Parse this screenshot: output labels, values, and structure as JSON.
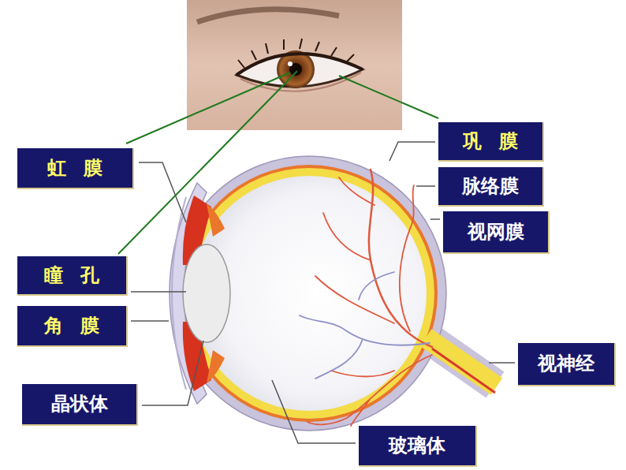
{
  "diagram": {
    "nodes": [
      {
        "text": [
          "巩膜"
        ]
      },
      {
        "text": [
          "虹膜"
        ]
      },
      {
        "text": [
          "脉络膜"
        ]
      },
      {
        "text": [
          "视网膜"
        ]
      },
      {
        "text": [
          "瞳孔"
        ]
      },
      {
        "text": [
          "角膜"
        ]
      },
      {
        "text": [
          "视神经"
        ]
      },
      {
        "text": [
          "晶状体"
        ]
      },
      {
        "text": [
          "玻璃体"
        ]
      }
    ]
  }
}
